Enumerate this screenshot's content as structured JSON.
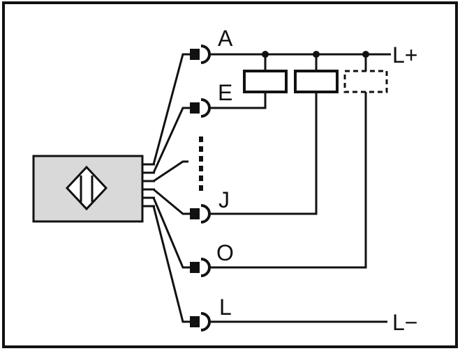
{
  "diagram": {
    "terminals": {
      "a": "A",
      "e": "E",
      "j": "J",
      "o": "O",
      "l": "L"
    },
    "supply": {
      "positive": "L+",
      "negative": "L−"
    },
    "colors": {
      "frame": "#111111",
      "sensor_fill": "#d9d9d9",
      "wire": "#111111"
    }
  }
}
